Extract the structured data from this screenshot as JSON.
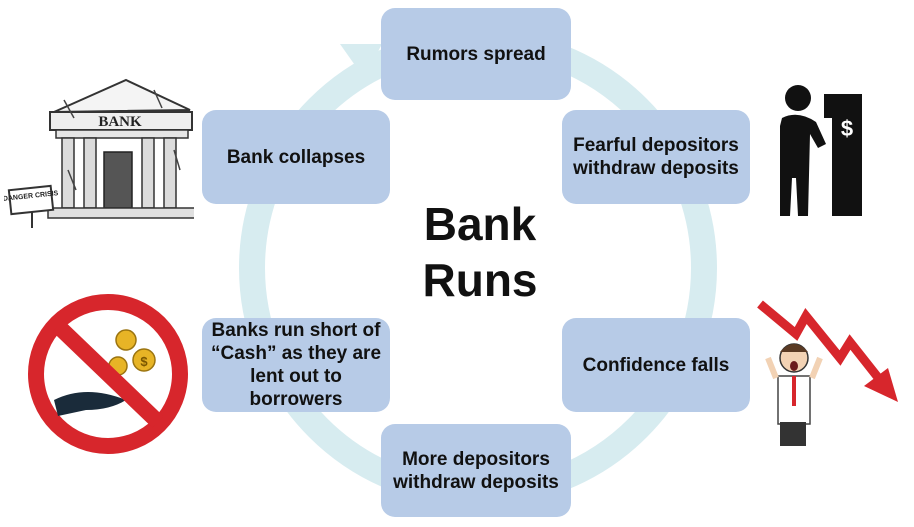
{
  "title": {
    "line1": "Bank",
    "line2": "Runs"
  },
  "steps": [
    {
      "label": "Rumors spread"
    },
    {
      "label": "Fearful depositors withdraw deposits"
    },
    {
      "label": "Confidence falls"
    },
    {
      "label": "More depositors withdraw deposits"
    },
    {
      "label": "Banks run short of “Cash” as they are lent out to borrowers"
    },
    {
      "label": "Bank collapses"
    }
  ],
  "illustrations": {
    "bank": {
      "icon": "bank-building-icon",
      "sign_text": "DANGER CRISIS",
      "facade_text": "BANK"
    },
    "atm": {
      "icon": "atm-withdrawal-icon",
      "symbol": "$"
    },
    "falling": {
      "icon": "falling-arrow-shocked-man-icon"
    },
    "no_money": {
      "icon": "no-money-icon",
      "symbol": "$"
    }
  },
  "colors": {
    "box": "#b7cbe7",
    "cycle_arrow": "#d7ecf0",
    "red": "#d7262c",
    "text": "#111111"
  }
}
